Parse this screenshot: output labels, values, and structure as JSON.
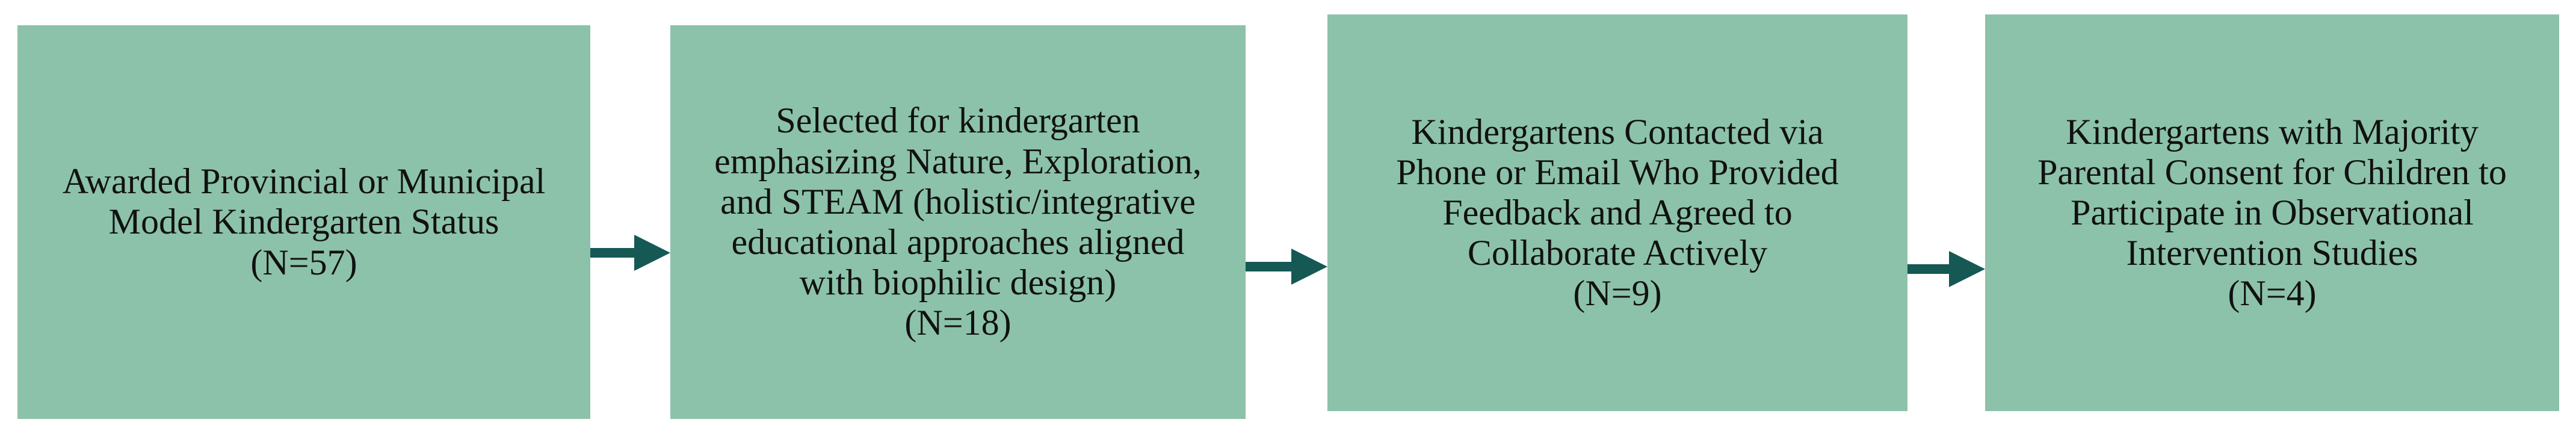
{
  "colors": {
    "box_fill": "#8cc2aa",
    "arrow": "#155854",
    "text": "#111111",
    "background": "#ffffff"
  },
  "flow": {
    "steps": [
      {
        "text": "Awarded Provincial or Municipal\nModel Kindergarten Status\n(N=57)"
      },
      {
        "text": "Selected for kindergarten\nemphasizing Nature, Exploration,\nand STEAM (holistic/integrative\neducational approaches aligned\nwith biophilic design)\n(N=18)"
      },
      {
        "text": "Kindergartens Contacted via\nPhone or Email Who Provided\nFeedback and Agreed to\nCollaborate Actively\n(N=9)"
      },
      {
        "text": "Kindergartens with Majority\nParental Consent for Children to\nParticipate in Observational\nIntervention Studies\n(N=4)"
      }
    ],
    "arrows": [
      {
        "icon": "arrow-right-icon"
      },
      {
        "icon": "arrow-right-icon"
      },
      {
        "icon": "arrow-right-icon"
      }
    ]
  }
}
